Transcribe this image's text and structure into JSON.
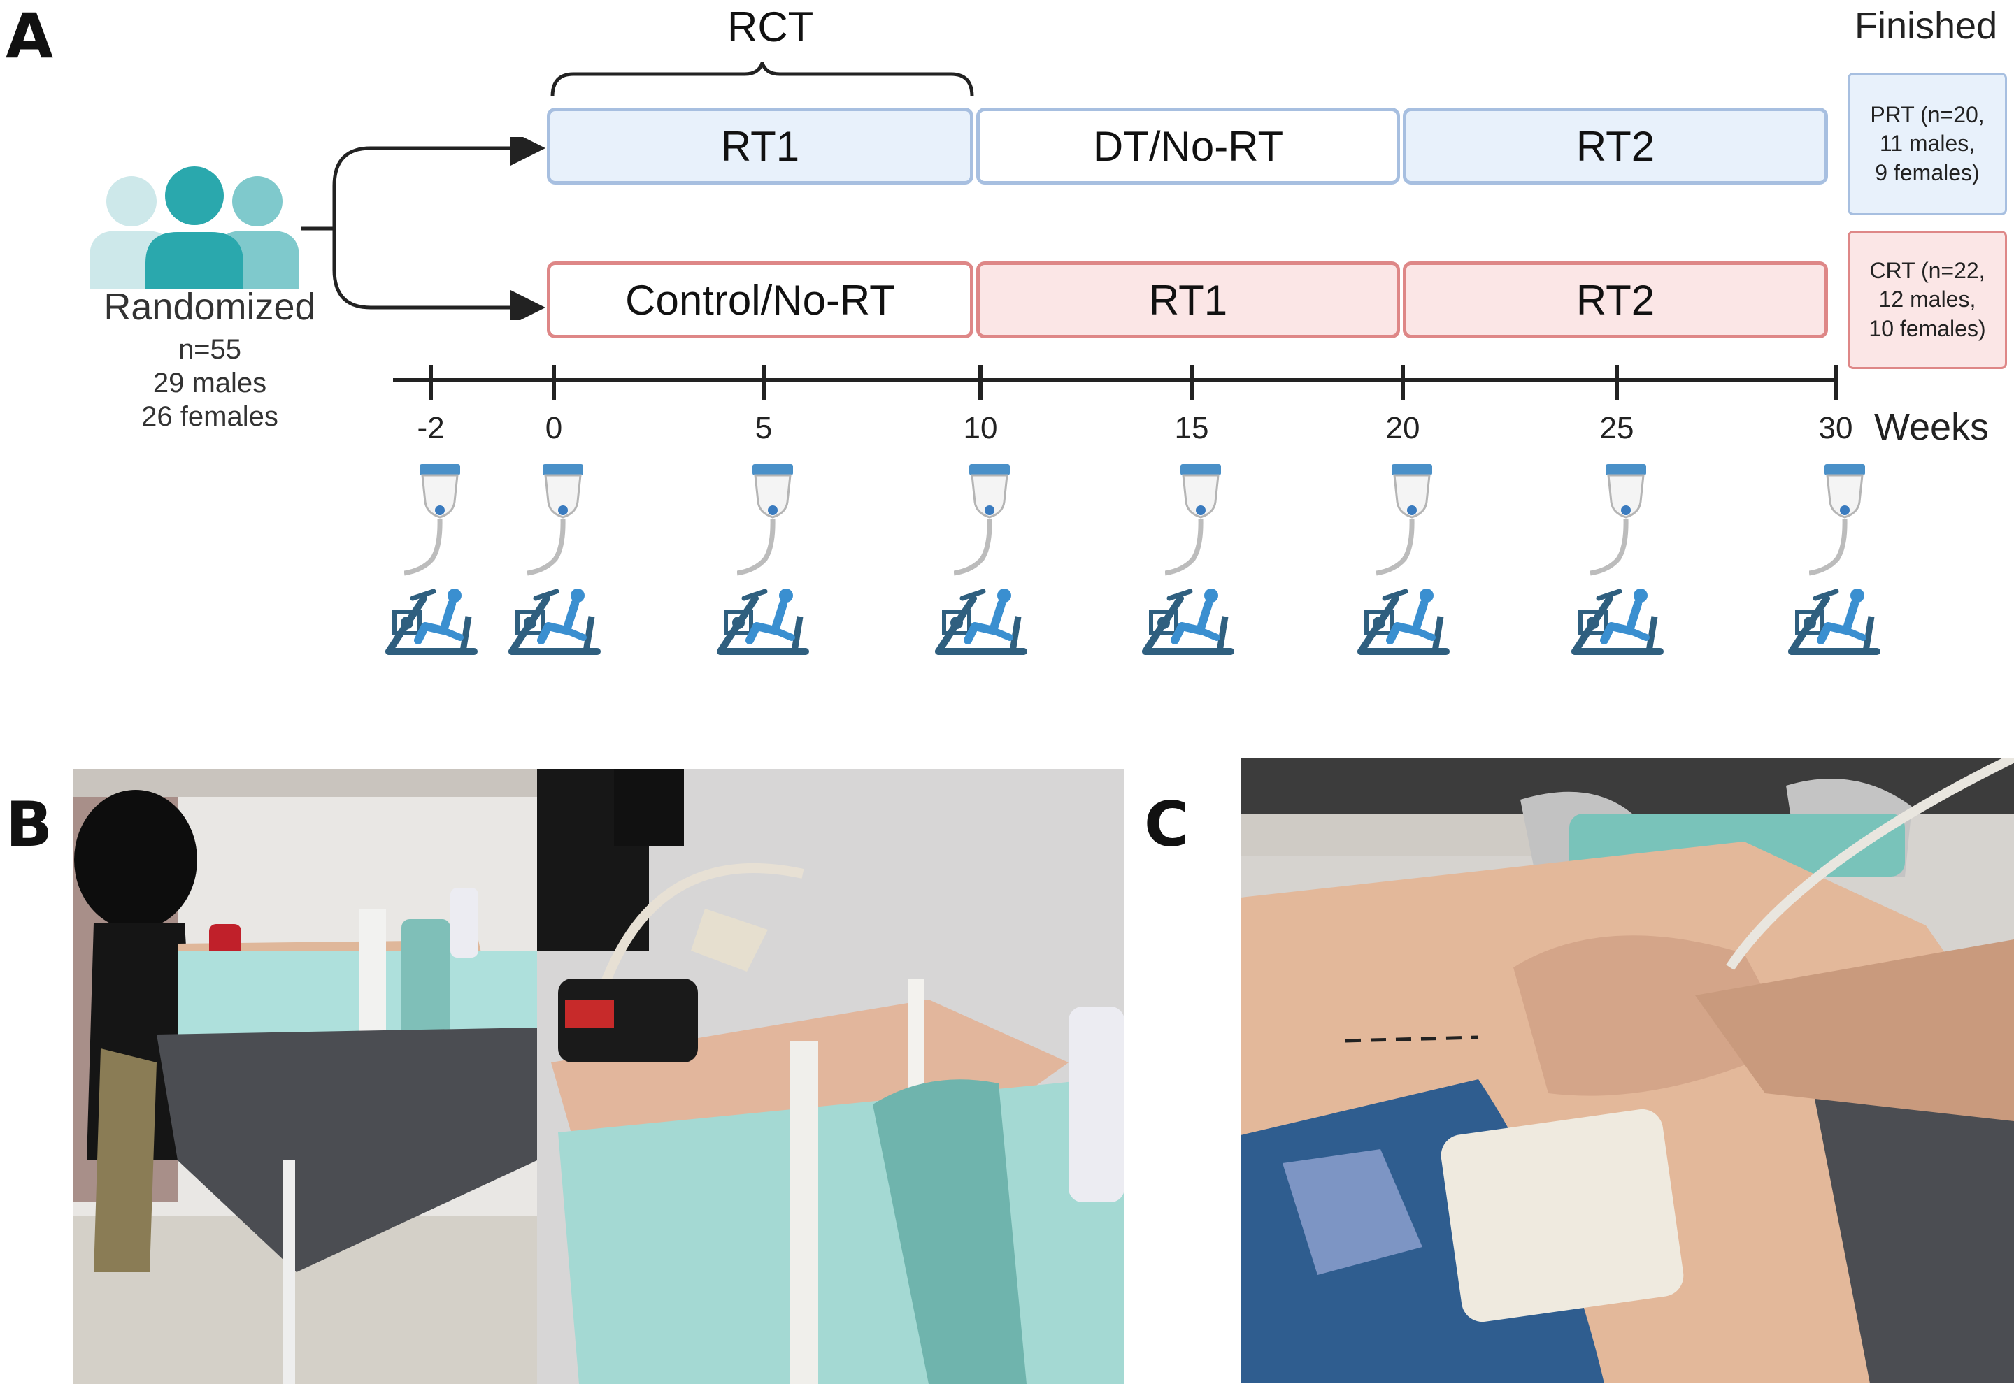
{
  "panels": {
    "a": "A",
    "b": "B",
    "c": "C"
  },
  "study": {
    "rct_label": "RCT",
    "finished_label": "Finished",
    "randomized_label": "Randomized",
    "randomized_lines": [
      "n=55",
      "29 males",
      "26 females"
    ],
    "prt_row": [
      "RT1",
      "DT/No-RT",
      "RT2"
    ],
    "crt_row": [
      "Control/No-RT",
      "RT1",
      "RT2"
    ],
    "prt_result": [
      "PRT (n=20,",
      "11 males,",
      "9 females)"
    ],
    "crt_result": [
      "CRT (n=22,",
      "12 males,",
      "10 females)"
    ],
    "axis_unit": "Weeks",
    "ticks": [
      "-2",
      "0",
      "5",
      "10",
      "15",
      "20",
      "25",
      "30"
    ]
  },
  "icons": {
    "people": "people-group-icon",
    "probe": "ultrasound-probe-icon",
    "machine": "leg-press-machine-icon"
  },
  "colors": {
    "blue_fill": "#e8f1fb",
    "blue_border": "#a7bfe0",
    "pink_fill": "#fbe6e6",
    "pink_border": "#de8787",
    "teal": "#2aa8ad",
    "icon_blue": "#3a6b8c"
  }
}
